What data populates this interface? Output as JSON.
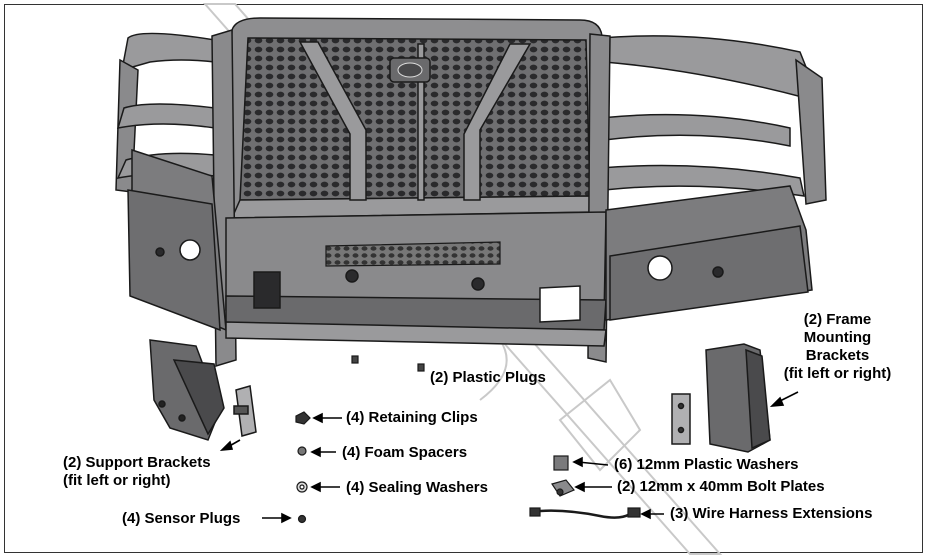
{
  "callouts": {
    "plastic_plugs": "(2) Plastic Plugs",
    "retaining_clips": "(4) Retaining Clips",
    "foam_spacers": "(4) Foam Spacers",
    "sealing_washers": "(4) Sealing Washers",
    "sensor_plugs": "(4) Sensor Plugs",
    "support_brackets_line1": "(2) Support Brackets",
    "support_brackets_line2": "(fit left or right)",
    "frame_brackets_line1": "(2) Frame",
    "frame_brackets_line2": "Mounting",
    "frame_brackets_line3": "Brackets",
    "frame_brackets_line4": "(fit left or right)",
    "plastic_washers": "(6) 12mm Plastic Washers",
    "bolt_plates": "(2) 12mm x 40mm Bolt Plates",
    "wire_harness": "(3) Wire Harness Extensions"
  },
  "colors": {
    "steel": "#8a8a8c",
    "steel_dark": "#5e5e60",
    "steel_light": "#b4b4b6",
    "outline": "#1a1a1a"
  }
}
